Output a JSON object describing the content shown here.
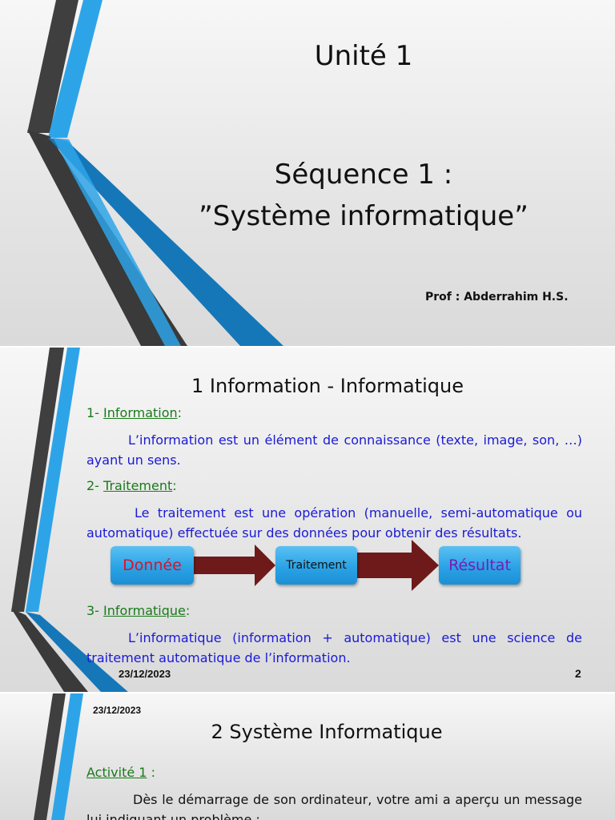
{
  "slide1": {
    "unit": "Unité 1",
    "sequence": "Séquence 1 :",
    "subtitle": "”Système informatique”",
    "author": "Prof : Abderrahim H.S."
  },
  "slide2": {
    "title": "1 Information - Informatique",
    "s1_num": "1- ",
    "s1_label": "Information",
    "s1_colon": ":",
    "s1_text": "L’information est un élément de connaissance (texte, image, son, …) ayant un sens.",
    "s2_num": "2- ",
    "s2_label": "Traitement",
    "s2_colon": ":",
    "s2_text": "Le traitement est une opération (manuelle, semi-automatique ou automatique) effectuée sur des données pour obtenir des résultats.",
    "flow": {
      "input": "Donnée",
      "process": "Traitement",
      "output": "Résultat"
    },
    "s3_num": "3- ",
    "s3_label": "Informatique",
    "s3_colon": ":",
    "s3_text": "L’informatique (information + automatique) est une science de traitement automatique de l’information.",
    "date": "23/12/2023",
    "page": "2"
  },
  "slide3": {
    "date": "23/12/2023",
    "title": "2 Système Informatique",
    "activity_label": "Activité 1",
    "activity_colon": " :",
    "text": "Dès le démarrage de son ordinateur, votre ami a aperçu un message lui indiquant un problème :"
  },
  "colors": {
    "deco_dark": "#3f3f3f",
    "deco_blue": "#2ea4e8",
    "deco_blue_dark": "#1577b8",
    "text_blue": "#1a1ad6",
    "label_green": "#1a7a1a",
    "arrow": "#6e1a1a",
    "input_red": "#e0102a",
    "output_purple": "#7a1ab8"
  }
}
